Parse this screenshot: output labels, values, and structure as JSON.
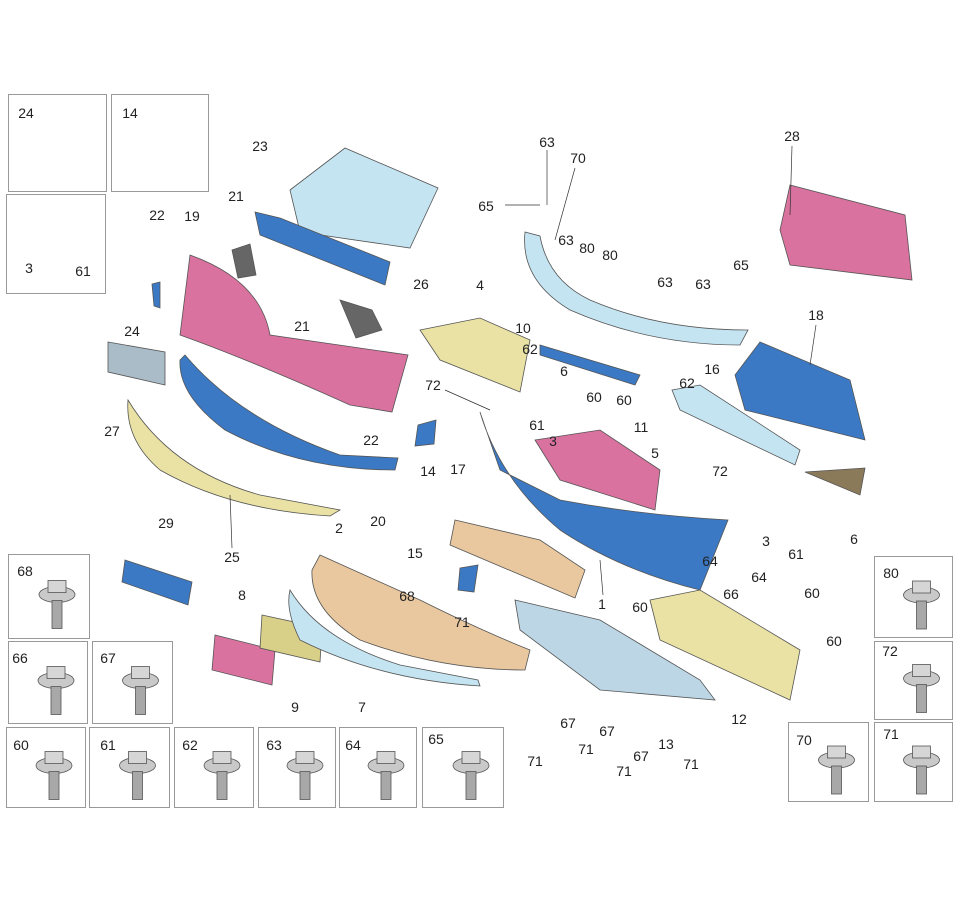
{
  "diagram": {
    "type": "exploded-parts-view",
    "colors": {
      "pink": "#d9729f",
      "blue": "#3b79c4",
      "yellow": "#e9e2a4",
      "lightblue": "#c4e4f2",
      "tan": "#e9c8a0",
      "gray": "#b8b8b8"
    },
    "callouts": [
      "24",
      "14",
      "3",
      "61",
      "23",
      "21",
      "22",
      "19",
      "26",
      "24",
      "21",
      "27",
      "22",
      "20",
      "25",
      "29",
      "8",
      "9",
      "7",
      "2",
      "68",
      "15",
      "71",
      "14",
      "17",
      "4",
      "72",
      "62",
      "61",
      "6",
      "3",
      "60",
      "60",
      "11",
      "5",
      "1",
      "10",
      "63",
      "70",
      "65",
      "63",
      "80",
      "80",
      "63",
      "63",
      "65",
      "62",
      "16",
      "28",
      "18",
      "72",
      "3",
      "61",
      "6",
      "64",
      "60",
      "66",
      "64",
      "60",
      "60",
      "12",
      "13",
      "71",
      "67",
      "71",
      "67",
      "71",
      "67",
      "71"
    ],
    "fastener_boxes": [
      "68",
      "66",
      "67",
      "60",
      "61",
      "62",
      "63",
      "64",
      "65",
      "80",
      "72",
      "70",
      "71"
    ]
  }
}
